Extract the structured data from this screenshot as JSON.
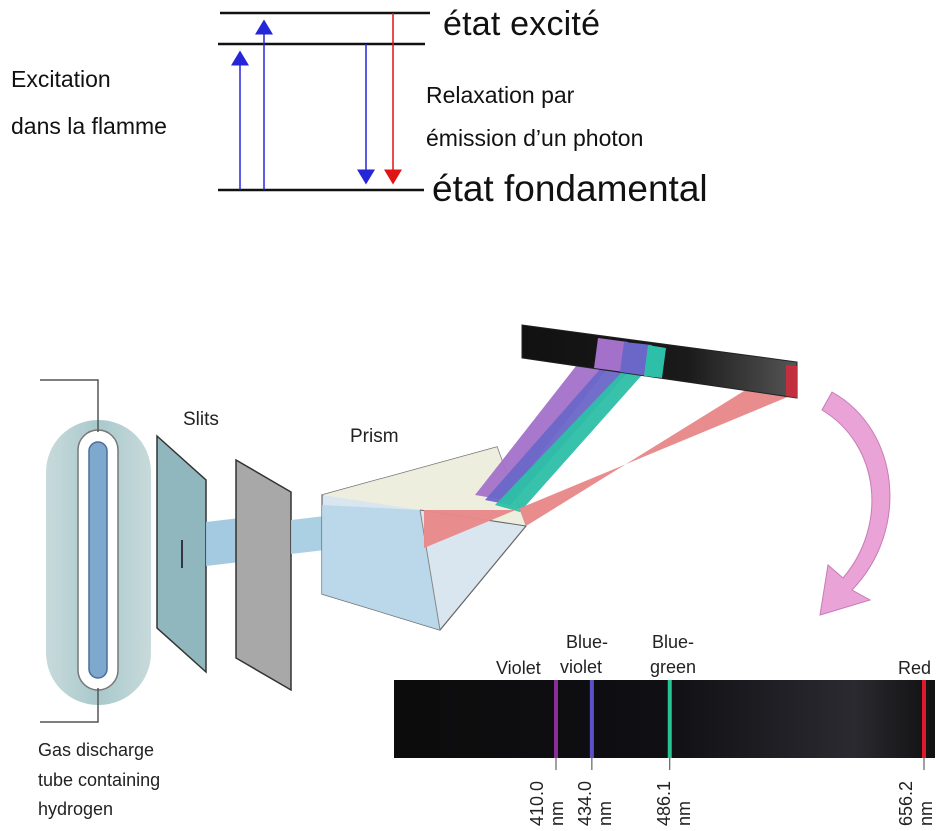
{
  "energy": {
    "excited": "état excité",
    "ground": "état fondamental",
    "excitation": [
      "Excitation",
      "dans la flamme"
    ],
    "relaxation": [
      "Relaxation par",
      "émission d’un photon"
    ]
  },
  "apparatus": {
    "slits": "Slits",
    "prism": "Prism",
    "tube": [
      "Gas discharge",
      "tube containing",
      "hydrogen"
    ]
  },
  "spectrum": {
    "lines": [
      {
        "name": "Violet",
        "label": [
          "Violet"
        ],
        "wavelength": "410.0",
        "unit": "nm",
        "color": "#8a2d9a"
      },
      {
        "name": "Blue-violet",
        "label": [
          "Blue-",
          "violet"
        ],
        "wavelength": "434.0",
        "unit": "nm",
        "color": "#5a52c8"
      },
      {
        "name": "Blue-green",
        "label": [
          "Blue-",
          "green"
        ],
        "wavelength": "486.1",
        "unit": "nm",
        "color": "#27c493"
      },
      {
        "name": "Red",
        "label": [
          "Red"
        ],
        "wavelength": "656.2",
        "unit": "nm",
        "color": "#e0192f"
      }
    ]
  },
  "colors": {
    "arrow_blue": "#2626d9",
    "arrow_red": "#e01414",
    "beam_red": "#e8888a"
  }
}
